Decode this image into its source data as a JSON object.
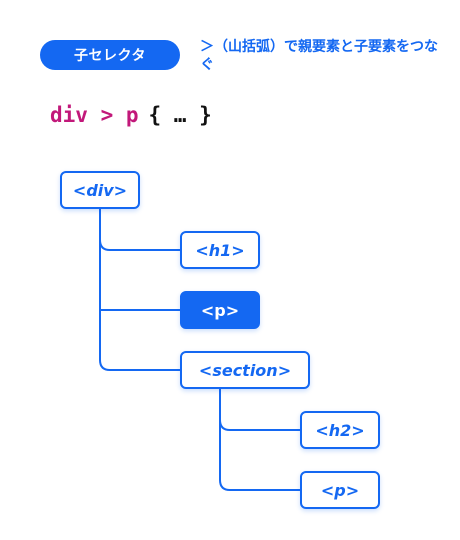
{
  "header": {
    "badge_label": "子セレクタ",
    "description": "＞（山括弧）で親要素と子要素をつなぐ"
  },
  "code": {
    "selector": "div > p",
    "block": "{ … }"
  },
  "tree": {
    "div": "<div>",
    "h1": "<h1>",
    "p_child": "<p>",
    "section": "<section>",
    "h2": "<h2>",
    "p_grandchild": "<p>"
  },
  "colors": {
    "accent": "#1468f2",
    "selector_text": "#c2187a",
    "highlighted_node": "p_child"
  }
}
